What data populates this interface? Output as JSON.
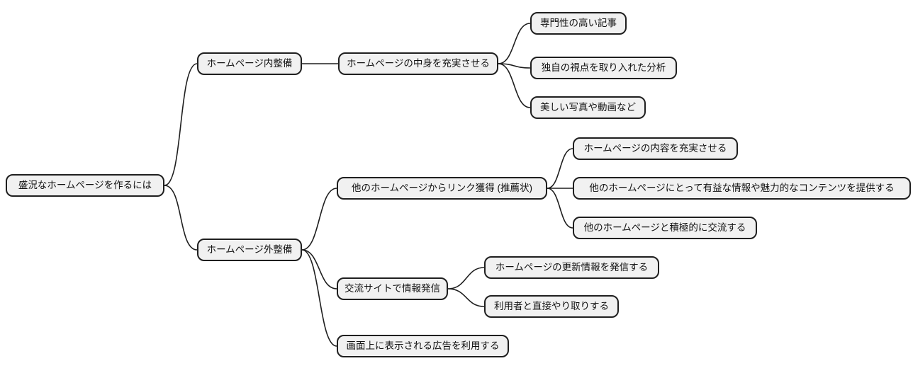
{
  "mindmap": {
    "colors": {
      "background": "#ffffff",
      "node_fill": "#f1f1f1",
      "node_border": "#1f1f1f",
      "edge": "#1f1f1f",
      "text": "#111111"
    },
    "nodes": {
      "root": {
        "label": "盛況なホームページを作るには"
      },
      "onpage": {
        "label": "ホームページ内整備"
      },
      "enrich_content": {
        "label": "ホームページの中身を充実させる"
      },
      "expert_articles": {
        "label": "専門性の高い記事"
      },
      "unique_analysis": {
        "label": "独自の視点を取り入れた分析"
      },
      "photos_videos": {
        "label": "美しい写真や動画など"
      },
      "offpage": {
        "label": "ホームページ外整備"
      },
      "link_acquisition": {
        "label": "他のホームページからリンク獲得 (推薦状)"
      },
      "enrich_own_content": {
        "label": "ホームページの内容を充実させる"
      },
      "provide_value": {
        "label": "他のホームページにとって有益な情報や魅力的なコンテンツを提供する"
      },
      "interact_actively": {
        "label": "他のホームページと積極的に交流する"
      },
      "social_media": {
        "label": "交流サイトで情報発信"
      },
      "post_updates": {
        "label": "ホームページの更新情報を発信する"
      },
      "direct_interaction": {
        "label": "利用者と直接やり取りする"
      },
      "onscreen_ads": {
        "label": "画面上に表示される広告を利用する"
      }
    },
    "hierarchy": {
      "root": "盛況なホームページを作るには",
      "children": [
        {
          "label": "ホームページ内整備",
          "children": [
            {
              "label": "ホームページの中身を充実させる",
              "children": [
                {
                  "label": "専門性の高い記事"
                },
                {
                  "label": "独自の視点を取り入れた分析"
                },
                {
                  "label": "美しい写真や動画など"
                }
              ]
            }
          ]
        },
        {
          "label": "ホームページ外整備",
          "children": [
            {
              "label": "他のホームページからリンク獲得 (推薦状)",
              "children": [
                {
                  "label": "ホームページの内容を充実させる"
                },
                {
                  "label": "他のホームページにとって有益な情報や魅力的なコンテンツを提供する"
                },
                {
                  "label": "他のホームページと積極的に交流する"
                }
              ]
            },
            {
              "label": "交流サイトで情報発信",
              "children": [
                {
                  "label": "ホームページの更新情報を発信する"
                },
                {
                  "label": "利用者と直接やり取りする"
                }
              ]
            },
            {
              "label": "画面上に表示される広告を利用する"
            }
          ]
        }
      ]
    }
  }
}
